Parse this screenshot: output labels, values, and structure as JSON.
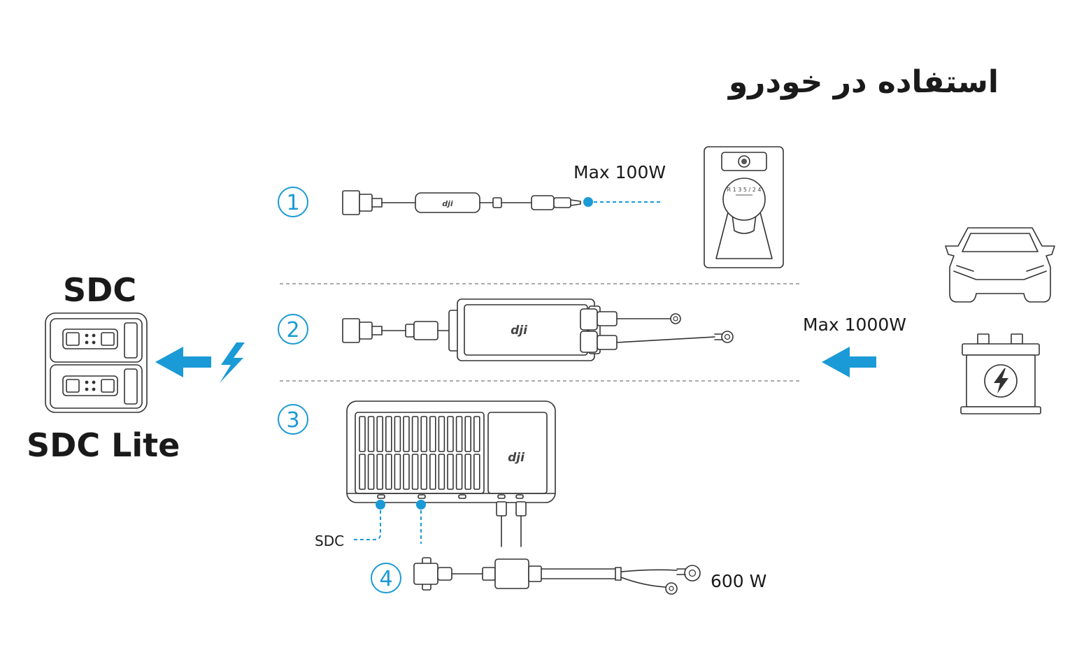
{
  "title": "استفاده در خودرو",
  "labels": {
    "sdc": "SDC",
    "sdc_lite": "SDC Lite",
    "max_100w": "Max 100W",
    "max_1000w": "Max 1000W",
    "w_600": "600 W",
    "sdc_port": "SDC"
  },
  "steps": [
    "1",
    "2",
    "3",
    "4"
  ],
  "brand": "dji",
  "gear_numbers": "R 1 3 5 / 2 4",
  "colors": {
    "accent": "#1a9ad6",
    "line": "#333333",
    "text": "#1a1a1a"
  },
  "icons": [
    "car-icon",
    "battery-icon",
    "gear-shift-icon",
    "lightning-icon",
    "arrow-left-icon"
  ]
}
